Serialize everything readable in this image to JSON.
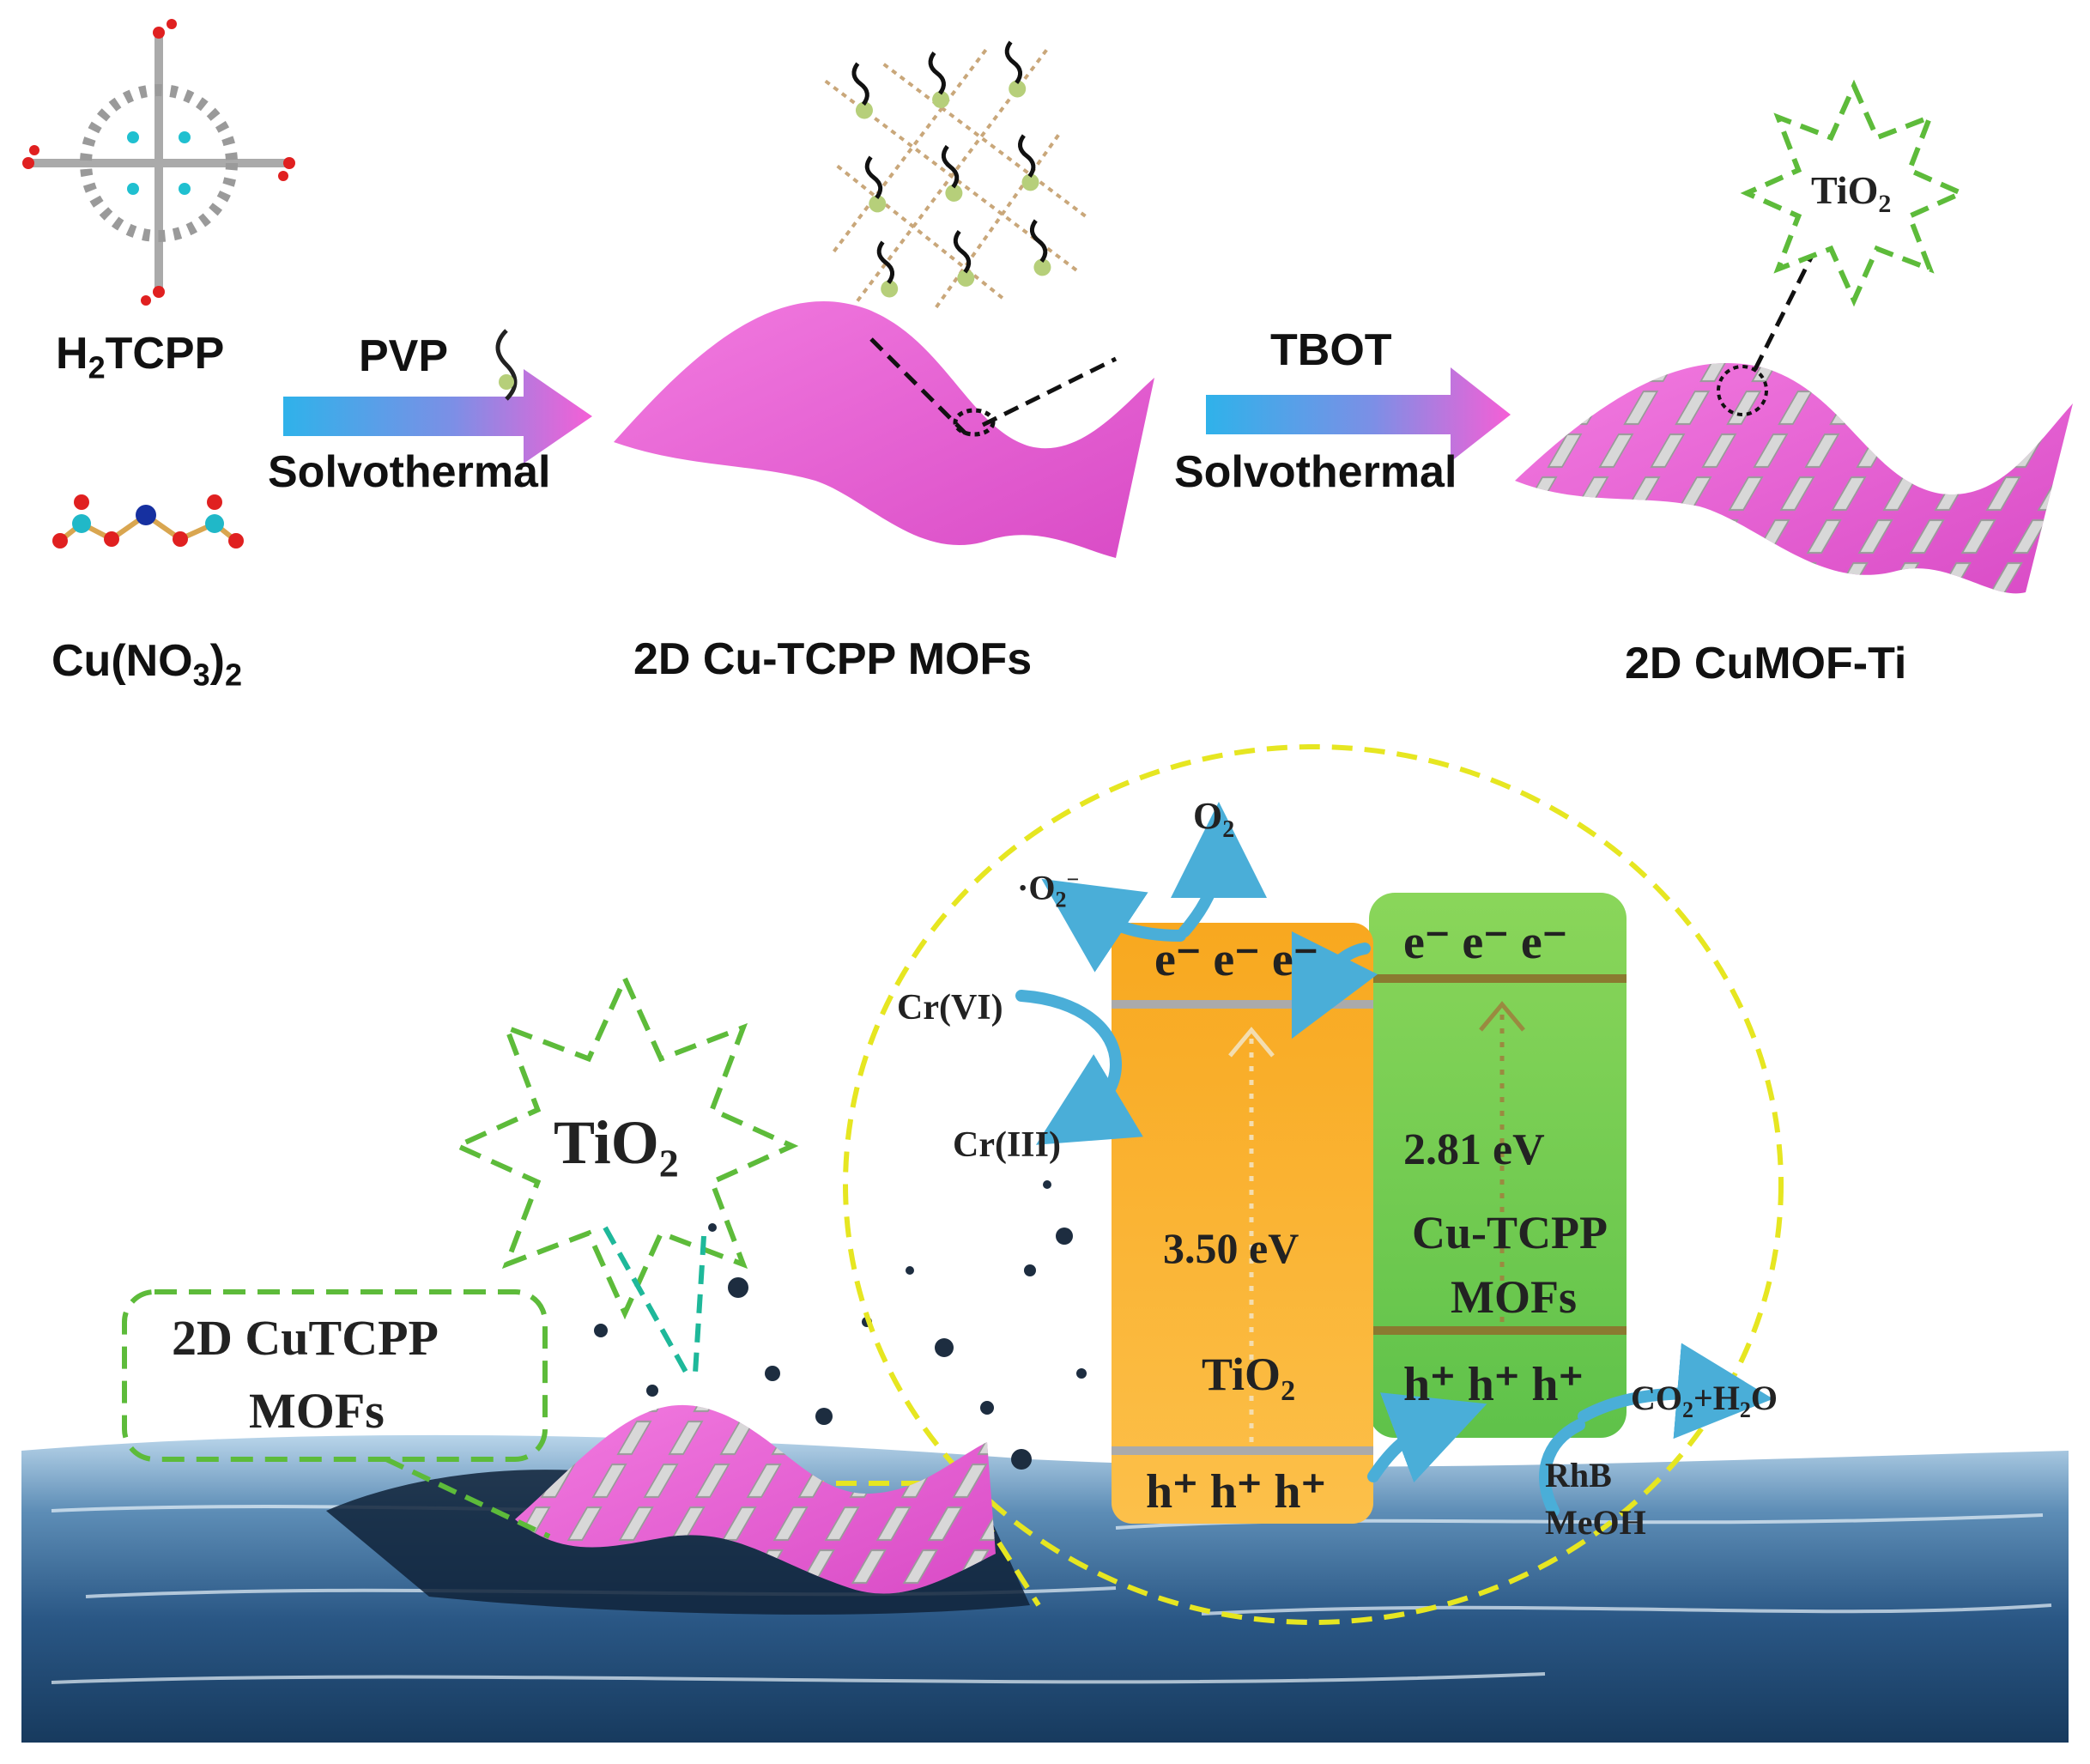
{
  "top": {
    "h2tcpp": {
      "main": "H",
      "sub": "2",
      "rest": "TCPP"
    },
    "cuno3": {
      "p1": "Cu(NO",
      "sub1": "3",
      "p2": ")",
      "sub2": "2"
    },
    "step1": {
      "reagent": "PVP",
      "method": "Solvothermal"
    },
    "step2": {
      "reagent": "TBOT",
      "method": "Solvothermal"
    },
    "product1": "2D Cu-TCPP MOFs",
    "product2": "2D CuMOF-Ti",
    "tio2_star": {
      "main": "TiO",
      "sub": "2"
    }
  },
  "bottom": {
    "tio2_star": {
      "main": "TiO",
      "sub": "2"
    },
    "mof_box": {
      "line1": "2D CuTCPP",
      "line2": "MOFs"
    },
    "species": {
      "o2": {
        "main": "O",
        "sub": "2"
      },
      "superoxide": {
        "main": "·O",
        "sub": "2",
        "sup": "−"
      },
      "cr6": "Cr(VI)",
      "cr3": "Cr(III)",
      "co2_h2o": {
        "a": "CO",
        "sub": "2",
        "b": "+H",
        "sub2": "2",
        "c": "O"
      },
      "rhb": "RhB",
      "meoh": "MeOH"
    },
    "tio2_band": {
      "electrons": "e⁻ e⁻ e⁻",
      "holes": "h⁺ h⁺ h⁺",
      "gap": "3.50 eV",
      "name": {
        "main": "TiO",
        "sub": "2"
      }
    },
    "cutcpp_band": {
      "electrons": "e⁻ e⁻ e⁻",
      "holes": "h⁺ h⁺ h⁺",
      "gap": "2.81 eV",
      "name_line1": "Cu-TCPP",
      "name_line2": "MOFs"
    }
  },
  "colors": {
    "magenta": "#e95fd6",
    "arrow_cyan": "#38a7e6",
    "tio2_orange": "#f9b233",
    "mof_green": "#7fd04a",
    "dash_yellow": "#e6e621",
    "dash_green": "#5dbb3a",
    "water_blue": "#2f5f88"
  }
}
